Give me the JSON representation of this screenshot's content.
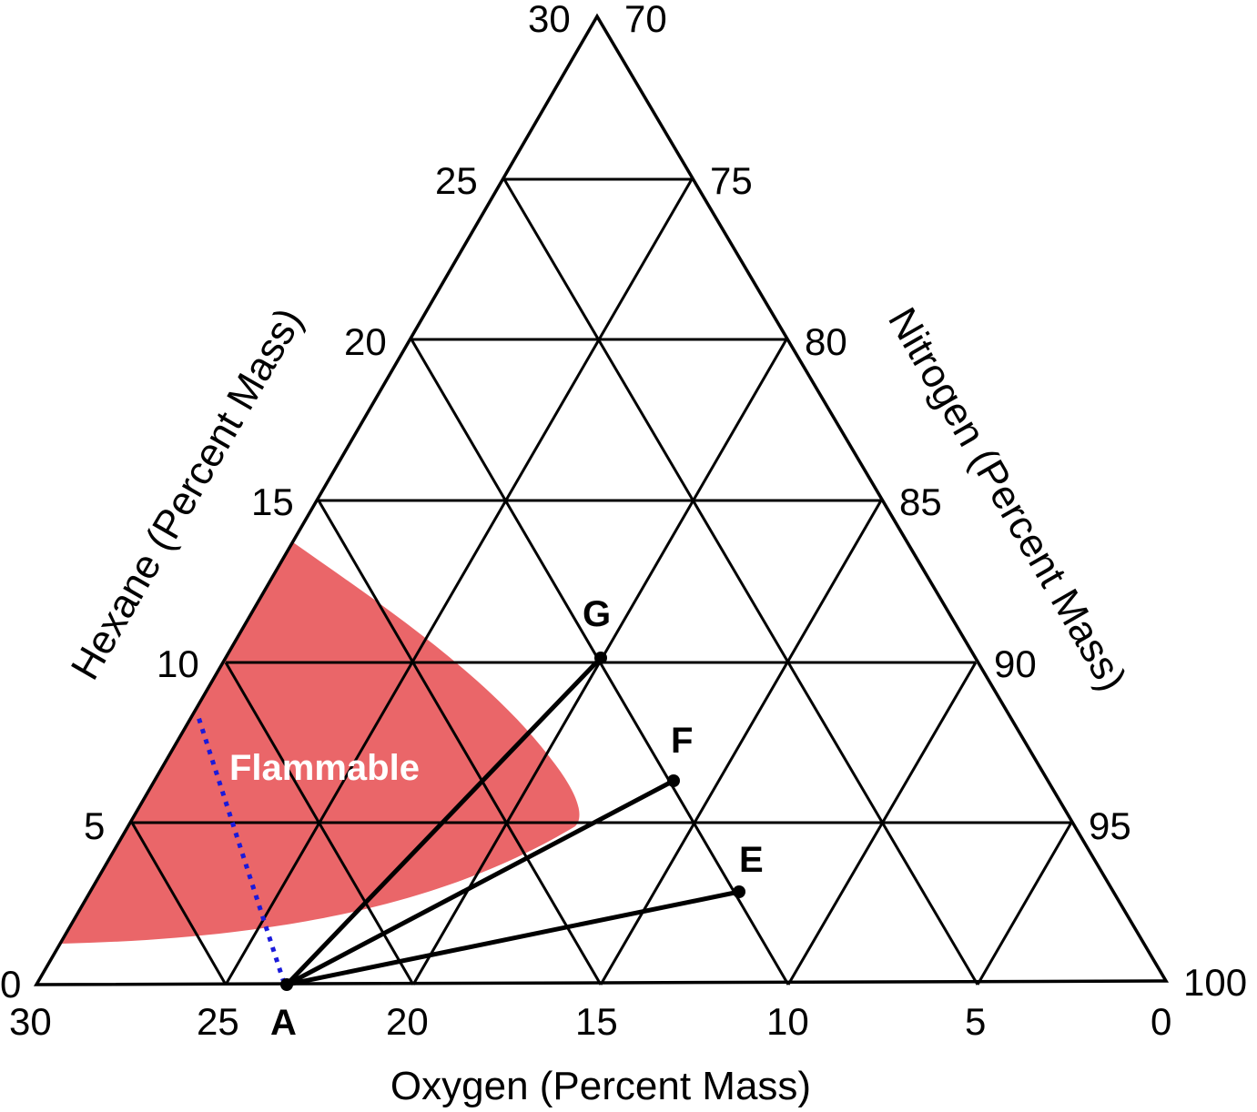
{
  "axes": {
    "bottom_title": "Oxygen (Percent Mass)",
    "left_title": "Hexane (Percent Mass)",
    "right_title": "Nitrogen (Percent Mass)",
    "bottom_ticks": [
      "30",
      "25",
      "20",
      "15",
      "10",
      "5",
      "0"
    ],
    "left_ticks": [
      "0",
      "5",
      "10",
      "15",
      "20",
      "25",
      "30"
    ],
    "right_ticks": [
      "70",
      "75",
      "80",
      "85",
      "90",
      "95",
      "100"
    ]
  },
  "region": {
    "label": "Flammable",
    "color": "#e8595c"
  },
  "points": {
    "A": "A",
    "E": "E",
    "F": "F",
    "G": "G"
  },
  "lines": {
    "dotted_color": "#1a1adb",
    "tie_color": "#000000"
  }
}
